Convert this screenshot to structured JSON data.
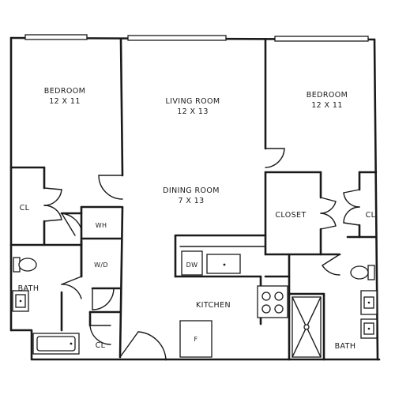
{
  "rooms": {
    "bedroom_left": {
      "name": "BEDROOM",
      "dims": "12 X 11"
    },
    "living_room": {
      "name": "LIVING ROOM",
      "dims": "12 X 13"
    },
    "bedroom_right": {
      "name": "BEDROOM",
      "dims": "12 X 11"
    },
    "dining_room": {
      "name": "DINING ROOM",
      "dims": "7 X 13"
    },
    "closet": {
      "name": "CLOSET"
    },
    "kitchen": {
      "name": "KITCHEN"
    },
    "cl_left_upper": {
      "name": "CL"
    },
    "cl_right": {
      "name": "CL"
    },
    "cl_left_lower": {
      "name": "CL"
    },
    "wh": {
      "name": "WH"
    },
    "wd": {
      "name": "W/D"
    },
    "bath_left": {
      "name": "BATH"
    },
    "bath_right": {
      "name": "BATH"
    },
    "dishwasher": {
      "name": "DW"
    },
    "fridge": {
      "name": "F"
    }
  }
}
